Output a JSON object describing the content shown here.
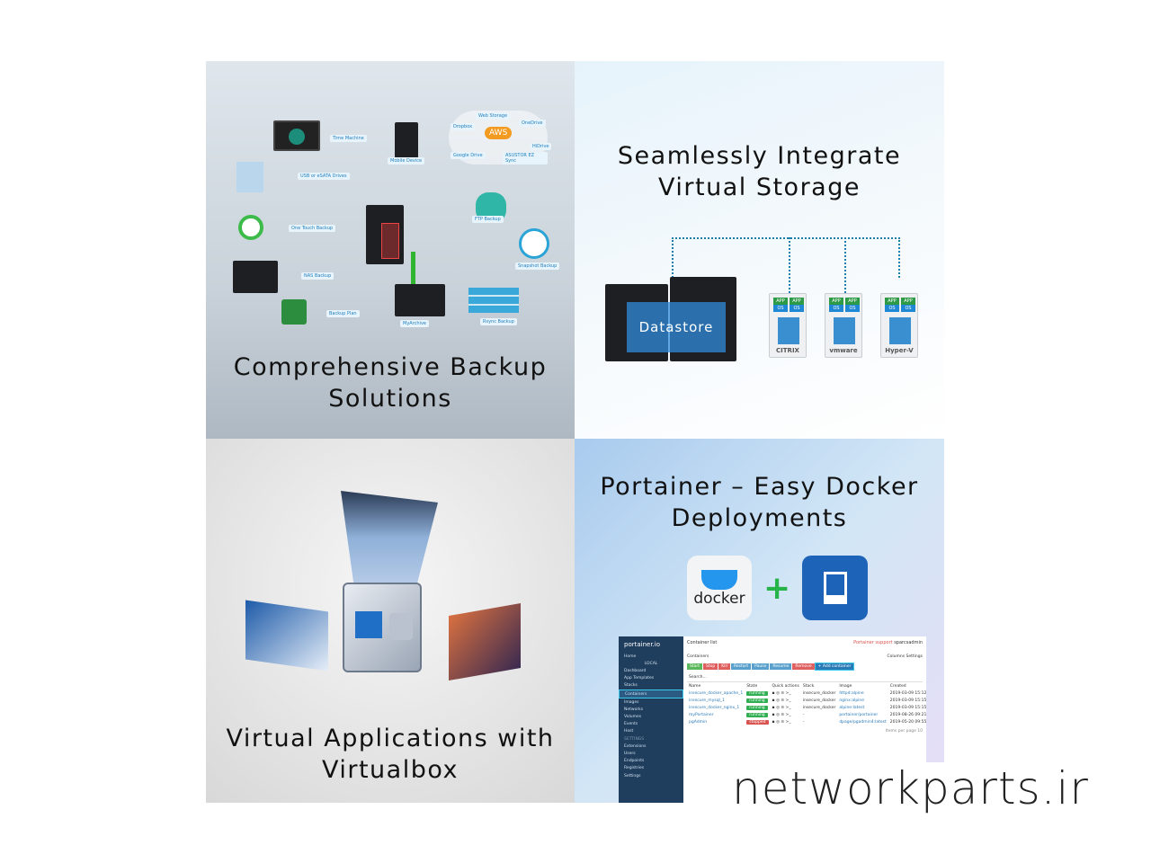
{
  "panels": {
    "backup": {
      "title_line1": "Comprehensive Backup",
      "title_line2": "Solutions",
      "labels": [
        "Time Machine",
        "USB or eSATA Drives",
        "One Touch Backup",
        "NAS Backup",
        "Backup Plan",
        "Mobile Device",
        "FTP Backup",
        "Snapshot Backup",
        "MyArchive",
        "Rsync Backup"
      ],
      "cloud": [
        "Web Storage",
        "Dropbox",
        "OneDrive",
        "AWS",
        "Google Drive",
        "ASUSTOR EZ Sync",
        "HiDrive"
      ]
    },
    "storage": {
      "title_line1": "Seamlessly Integrate",
      "title_line2": "Virtual Storage",
      "datastore": "Datastore",
      "app_label": "APP",
      "os_label": "OS",
      "brands": [
        "CITRIX",
        "vmware",
        "Hyper-V"
      ]
    },
    "virtualbox": {
      "title_line1": "Virtual Applications with",
      "title_line2": "Virtualbox"
    },
    "portainer": {
      "title_line1": "Portainer – Easy Docker",
      "title_line2": "Deployments",
      "docker_label": "docker",
      "plus": "+",
      "ui": {
        "logo": "portainer.io",
        "header": "Container list",
        "support": "Portainer support",
        "user": "sparcsadmin",
        "sidebar": [
          "Home",
          "LOCAL",
          "Dashboard",
          "App Templates",
          "Stacks",
          "Containers",
          "Images",
          "Networks",
          "Volumes",
          "Events",
          "Host",
          "SETTINGS",
          "Extensions",
          "Users",
          "Endpoints",
          "Registries",
          "Settings"
        ],
        "section": "Containers",
        "columns_link": "Columns",
        "settings_link": "Settings",
        "buttons": [
          "Start",
          "Stop",
          "Kill",
          "Restart",
          "Pause",
          "Resume",
          "Remove",
          "+ Add container"
        ],
        "search": "Search...",
        "headers": [
          "Name",
          "State",
          "Quick actions",
          "Stack",
          "Image",
          "Created"
        ],
        "rows": [
          {
            "name": "insecure_docker_apache_1",
            "state": "running",
            "stack": "insecure_docker",
            "image": "httpd:alpine",
            "created": "2019-03-09 15:12"
          },
          {
            "name": "insecure_mysql_1",
            "state": "running",
            "stack": "insecure_docker",
            "image": "nginx:alpine",
            "created": "2019-03-09 15:15"
          },
          {
            "name": "insecure_docker_nginx_1",
            "state": "running",
            "stack": "insecure_docker",
            "image": "alpine:latest",
            "created": "2019-03-09 15:15"
          },
          {
            "name": "myPortainer",
            "state": "running",
            "stack": "-",
            "image": "portainer/portainer",
            "created": "2019-08-26 09:21"
          },
          {
            "name": "pgAdmin",
            "state": "stopped",
            "stack": "-",
            "image": "dpage/pgadmin4:latest",
            "created": "2019-05-20 09:55"
          }
        ],
        "pagination": "Items per page  10"
      }
    }
  },
  "watermark": "networkparts.ir",
  "colors": {
    "running": "#2fae52",
    "stopped": "#d9534f",
    "docker_blue": "#1d63b8",
    "accent": "#1a7fa8"
  }
}
